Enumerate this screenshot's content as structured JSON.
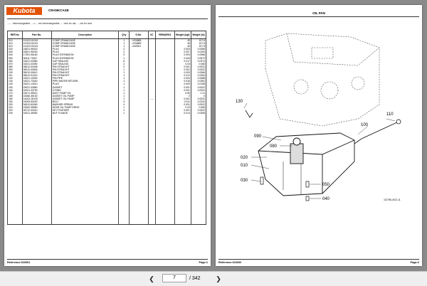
{
  "brand": "Kubota",
  "left_page": {
    "section_title": "CRANKCASE",
    "legend": "→← Interchangeable;  →×← not interchangeable;  ← new for old;  → old for new",
    "headers": [
      "REF.No",
      "Part No.",
      "Description",
      "Q'ty",
      "S.No.",
      "I/C",
      "REMARKS",
      "Weight (kgf)",
      "Weight (lb)"
    ],
    "rows": [
      [
        "010",
        "1G423-01010",
        "COMP CRANKCASE",
        "1",
        "→XS4888",
        "",
        "",
        "49",
        "107.8"
      ],
      [
        "010",
        "1G423-01012",
        "COMP CRANKCASE",
        "1",
        "→XS4889",
        "",
        "",
        "49",
        "107.8"
      ],
      [
        "010",
        "1G423-01014",
        "COMP CRANKCASE",
        "1",
        "→ZA0001",
        "",
        "",
        "49",
        "107.8"
      ],
      [
        "020",
        "15521-96020",
        "PLUG",
        "2",
        "",
        "",
        "",
        "0.003",
        "0.0066"
      ],
      [
        "030",
        "15521-96030",
        "PLUG",
        "2",
        "",
        "",
        "",
        "0.007",
        "0.0154"
      ],
      [
        "040",
        "17391-96160",
        "PLUG EXPANSION",
        "3",
        "",
        "",
        "",
        "0.003",
        "0.0066"
      ],
      [
        "050",
        "06311-73047",
        "PLUG EXPANSION",
        "1",
        "",
        "",
        "",
        "0.026",
        "0.0572"
      ],
      [
        "060",
        "15221-03380",
        "CAP SEALING",
        "6",
        "",
        "",
        "",
        "0.017",
        "0.0374"
      ],
      [
        "070",
        "15221-03390",
        "CAP SEALING",
        "2",
        "",
        "",
        "",
        "0.03",
        "0.066"
      ],
      [
        "080",
        "05012-00408",
        "PIN STRAIGHT",
        "2",
        "",
        "",
        "",
        "0.001",
        "0.0022"
      ],
      [
        "090",
        "05012-00606",
        "PIN STRAIGHT",
        "1",
        "",
        "",
        "",
        "0.001",
        "0.0022"
      ],
      [
        "100",
        "05012-00612",
        "PIN STRAIGHT",
        "1",
        "",
        "",
        "",
        "0.003",
        "0.0066"
      ],
      [
        "110",
        "05012-01010",
        "PIN STRAIGHT",
        "1",
        "",
        "",
        "",
        "0.012",
        "0.0264"
      ],
      [
        "120",
        "15221-13030",
        "PIN PIPE",
        "1",
        "",
        "",
        "",
        "0.004",
        "0.0088"
      ],
      [
        "130",
        "15221-73340",
        "PIPE WATER RETURN",
        "1",
        "",
        "",
        "",
        "0.016",
        "0.0352"
      ],
      [
        "140",
        "15221-13010",
        "PLUG",
        "1",
        "",
        "",
        "",
        "0.009",
        "0.0198"
      ],
      [
        "150",
        "15021-33660",
        "GASKET",
        "1",
        "",
        "",
        "",
        "0.001",
        "0.0022"
      ],
      [
        "160",
        "15221-33790",
        "O RING",
        "1",
        "",
        "",
        "",
        "0.001",
        "0.0022"
      ],
      [
        "170",
        "15471-35012",
        "ASSY PUMP OIL",
        "1",
        "",
        "",
        "",
        "0.55",
        "1.21"
      ],
      [
        "180",
        "15266-35130",
        "GASKET OIL PUMP",
        "1",
        "",
        "",
        "",
        "0",
        "0"
      ],
      [
        "180",
        "1A021-35130",
        "GASKET OIL PUMP",
        "1",
        "",
        "→←",
        "",
        "0.001",
        "0.0022"
      ],
      [
        "190",
        "01053-50030",
        "BOLT",
        "4",
        "",
        "",
        "",
        "0.011",
        "0.0242"
      ],
      [
        "200",
        "04512-60060",
        "WASHER SPRING",
        "4",
        "",
        "",
        "",
        "0.001",
        "0.0022"
      ],
      [
        "210",
        "15262-35660",
        "GEAR OIL PUMP DRIVE",
        "1",
        "",
        "",
        "",
        "0.23",
        "0.506"
      ],
      [
        "220",
        "05712-00410",
        "KEY FEATHER",
        "1",
        "",
        "",
        "",
        "0.001",
        "0.0022"
      ],
      [
        "230",
        "15221-35082",
        "NUT FLANGE",
        "1",
        "",
        "",
        "",
        "0.014",
        "0.0308"
      ]
    ],
    "footer_reference": "Reference:010001",
    "footer_page": "Page:1"
  },
  "right_page": {
    "title": "OIL PAN",
    "callouts": [
      "130",
      "110",
      "100",
      "090",
      "080",
      "020",
      "010",
      "030",
      "050",
      "040"
    ],
    "figure_number": "1G796-4G2-11",
    "footer_reference": "Reference:010002",
    "footer_page": "Page:2"
  },
  "toolbar": {
    "current_page": "7",
    "total_pages": "/ 342",
    "prev_icon": "❮",
    "next_icon": "❯"
  }
}
